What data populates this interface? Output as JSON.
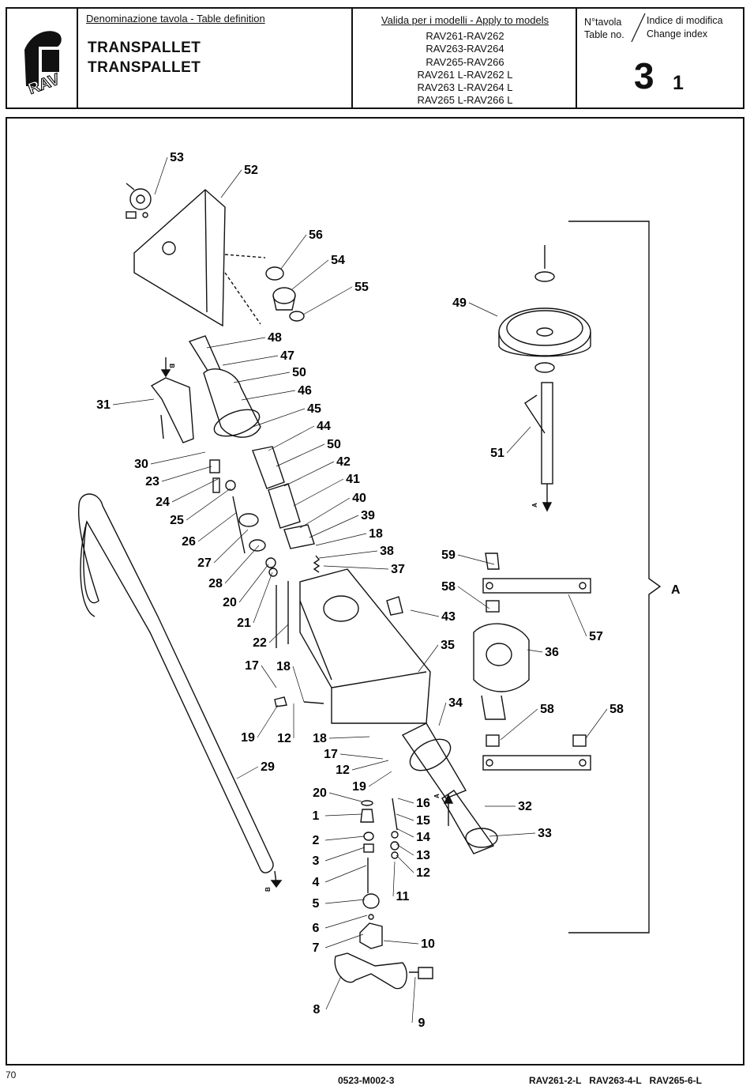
{
  "header": {
    "table_definition_label": "Denominazione tavola - Table definition",
    "title_it": "TRANSPALLET",
    "title_en": "TRANSPALLET",
    "models_label": "Valida per i modelli - Apply to models",
    "models": [
      "RAV261-RAV262",
      "RAV263-RAV264",
      "RAV265-RAV266",
      "RAV261 L-RAV262 L",
      "RAV263 L-RAV264 L",
      "RAV265 L-RAV266 L"
    ],
    "table_no_label_it": "N°tavola",
    "table_no_label_en": "Table no.",
    "change_index_label_it": "Indice di modifica",
    "change_index_label_en": "Change index",
    "table_no": "3",
    "change_index": "1",
    "logo_text": "RAV"
  },
  "diagram": {
    "group_label": "A",
    "callouts": [
      "53",
      "52",
      "56",
      "54",
      "55",
      "49",
      "48",
      "47",
      "50",
      "46",
      "45",
      "44",
      "31",
      "50",
      "42",
      "41",
      "40",
      "39",
      "18",
      "38",
      "37",
      "30",
      "23",
      "24",
      "25",
      "26",
      "27",
      "28",
      "20",
      "21",
      "22",
      "51",
      "59",
      "58",
      "57",
      "36",
      "43",
      "35",
      "17",
      "18",
      "19",
      "12",
      "34",
      "58",
      "58",
      "18",
      "17",
      "12",
      "19",
      "29",
      "20",
      "16",
      "15",
      "14",
      "13",
      "12",
      "1",
      "2",
      "3",
      "4",
      "5",
      "6",
      "7",
      "32",
      "33",
      "11",
      "10",
      "8",
      "9"
    ],
    "arrow_labels": [
      "B",
      "A",
      "A",
      "B"
    ]
  },
  "footer": {
    "page_number": "70",
    "doc_code": "0523-M002-3",
    "models_code": "RAV261-2-L   RAV263-4-L   RAV265-6-L"
  },
  "colors": {
    "ink": "#111111",
    "paper": "#ffffff"
  }
}
